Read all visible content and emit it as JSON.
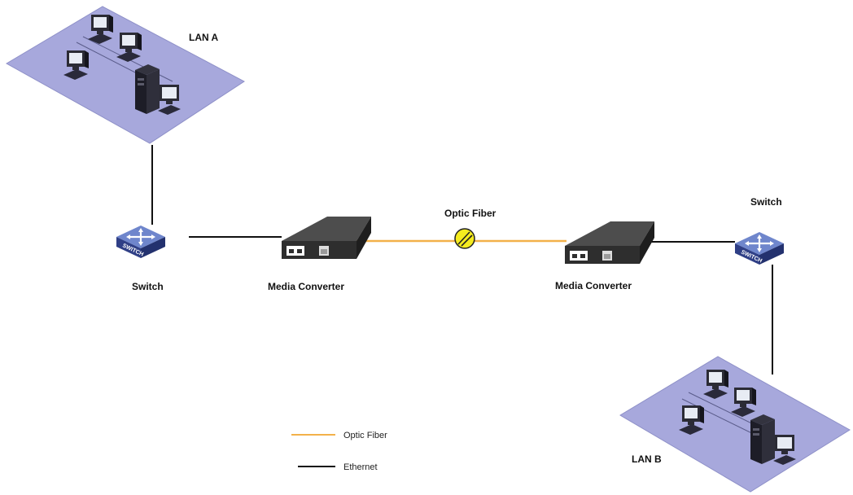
{
  "lan_a": {
    "label": "LAN A"
  },
  "lan_b": {
    "label": "LAN B"
  },
  "switch_left": {
    "label": "Switch",
    "badge": "SWITCH"
  },
  "switch_right": {
    "label": "Switch",
    "badge": "SWITCH"
  },
  "converter_left": {
    "label": "Media Converter"
  },
  "converter_right": {
    "label": "Media Converter"
  },
  "fiber_link": {
    "label": "Optic Fiber"
  },
  "legend": {
    "fiber": "Optic Fiber",
    "ethernet": "Ethernet"
  },
  "colors": {
    "lan_plane": "#a7a8dc",
    "fiber": "#f3b14a",
    "ethernet": "#111111",
    "switch": "#4258a8",
    "converter": "#3a3a3a",
    "fiber_marker": "#f5ec1f"
  },
  "icons": [
    "workstation-icon",
    "server-tower-icon",
    "switch-icon",
    "media-converter-icon",
    "fiber-coupler-icon"
  ]
}
